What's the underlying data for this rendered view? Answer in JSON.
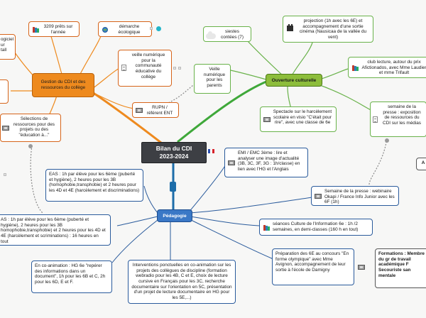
{
  "central": {
    "line1": "Bilan du CDI",
    "line2": "2023-2024"
  },
  "branches": {
    "gestion": "Gestion du CDI et des ressources du collège",
    "ouverture": "Ouverture culturelle",
    "pedagogie": "Pédagogie"
  },
  "gestion_children": {
    "prets": "3209 prêts sur l'année",
    "demarche": "démarche écologique",
    "logiciel": "ogiciel",
    "logiciel2": "ur",
    "logiciel3": "tall",
    "veille_comm": "veille numérique pour la communauté éducative du collège",
    "veille_parents": "Veille numérique pour les parents",
    "rupn": "RUPN / référent ENT",
    "selections": "Sélections de ressources pour des projets ou des \"éducation à...\""
  },
  "ouverture_children": {
    "siestes": "siestes contées (7)",
    "projection": "projection (1h avec les 6E) et accompagnement d'une sortie cinéma (Nausicaa de la vallée du vent)",
    "club": "club lecture, autour du prix Afictionados, avec Mme Laudier et mme Trifault",
    "semaine": "semaine de la presse : exposition de ressources du CDI sur les médias",
    "spectacle": "Spectacle sur le harcèlement scolaire en visio \"C'était pour rire\", avec une classe de 6e"
  },
  "pedagogie_children": {
    "emi": "EMI / EMC 3ème : lire et analyser une image d'actualité (3B, 3C, 3F, 3G : 1h/classe) en lien avec l'HG et l'Anglais",
    "eas": "EAS : 1h par élève pour les 6ème (puberté et hygiène), 2 heures pour les 3B (homophobie,transphobie) et 2 heures pour les 4D et 4E (harcèlement et discriminations)",
    "eas_left": "AS : 1h par élève pour les 6ème (puberté et hygiène), 2 heures pour les 3B homophobie,transphobie) et 2 heures pour les 4D et 4E (harcèlement et scriminations) : 16 heures en tout",
    "semaine_presse": "Semaine de la presse : webinaire Okapi / France Info Junior avec les 6F (1h)",
    "seances": "séances Culture de l'Information 6e : 1h /2 semaines, en demi-classes (160 h en tout)",
    "coanim": "En co-animation : HG 6e \"repérer des informations dans un document\", 1h pour les 6B et C, 2h pour les 6D, E et F.",
    "interventions": "Interventions ponctuelles en co-animation sur les projets des collègues de discipline (formation webradio pour les 4B, C et E, choix de lecture cursive en Français pour les 3C, recherche documentaire sur l'orientation en 5C, présentation d'un projet de lecture documentaire en HG pour les 5E,...)",
    "preparation": "Préparation des 6E au concours \"En forme olympique\" avec Mme Avignon, accompagnement de leur sortie à l'école de Damigny"
  },
  "right_edge": {
    "a_label": "A",
    "formations": "Formations : Membre du gr de travail académique F Secouriste san mentale"
  }
}
